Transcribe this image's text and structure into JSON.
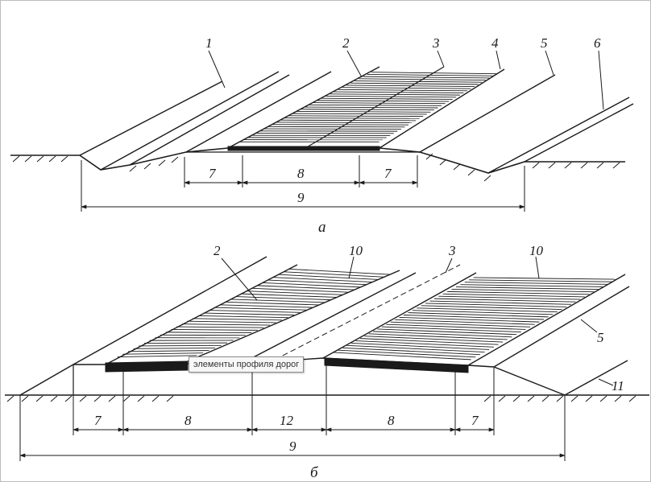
{
  "figure_a": {
    "callouts": [
      "1",
      "2",
      "3",
      "4",
      "5",
      "6"
    ],
    "dimensions": [
      "7",
      "8",
      "7",
      "9"
    ],
    "caption": "а"
  },
  "figure_b": {
    "callouts": [
      "2",
      "10",
      "3",
      "10",
      "5",
      "11"
    ],
    "dimensions": [
      "7",
      "8",
      "12",
      "8",
      "7",
      "9"
    ],
    "caption": "б"
  },
  "tooltip": {
    "text": "элементы профиля дорог"
  },
  "colors": {
    "ink": "#1a1a1a",
    "background": "#ffffff",
    "tooltip_bg": "#f7f7f7"
  }
}
